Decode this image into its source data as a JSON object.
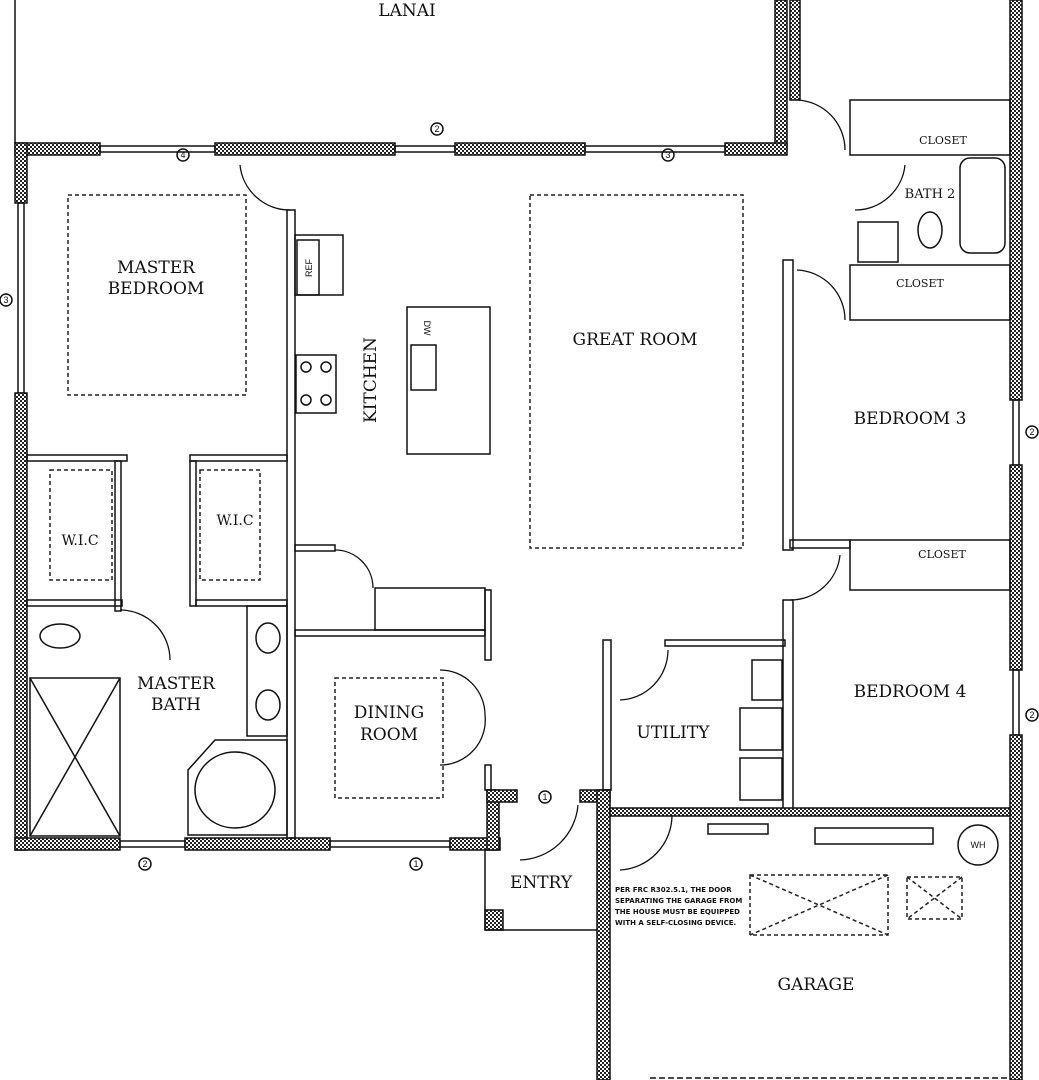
{
  "rooms": {
    "lanai": {
      "name": "LANAI"
    },
    "master_bedroom": {
      "line1": "MASTER",
      "line2": "BEDROOM"
    },
    "kitchen": {
      "name": "KITCHEN"
    },
    "great_room": {
      "name": "GREAT ROOM"
    },
    "bath2": {
      "name": "BATH 2"
    },
    "closet_top": {
      "name": "CLOSET"
    },
    "closet_mid": {
      "name": "CLOSET"
    },
    "closet_bed4": {
      "name": "CLOSET"
    },
    "bedroom3": {
      "name": "BEDROOM 3"
    },
    "bedroom4": {
      "name": "BEDROOM 4"
    },
    "wic_left": {
      "name": "W.I.C"
    },
    "wic_right": {
      "name": "W.I.C"
    },
    "master_bath": {
      "line1": "MASTER",
      "line2": "BATH"
    },
    "dining_room": {
      "line1": "DINING",
      "line2": "ROOM"
    },
    "utility": {
      "name": "UTILITY"
    },
    "entry": {
      "name": "ENTRY"
    },
    "garage": {
      "name": "GARAGE"
    }
  },
  "fixtures": {
    "refrigerator": "REF",
    "dishwasher": "DW",
    "water_heater": "WH"
  },
  "window_tags": [
    "2",
    "4",
    "3",
    "3",
    "2",
    "2",
    "2",
    "1",
    "1"
  ],
  "garage_note": [
    "PER FRC R302.5.1, THE DOOR",
    "SEPARATING THE GARAGE FROM",
    "THE HOUSE MUST BE EQUIPPED",
    "WITH A SELF-CLOSING DEVICE."
  ]
}
